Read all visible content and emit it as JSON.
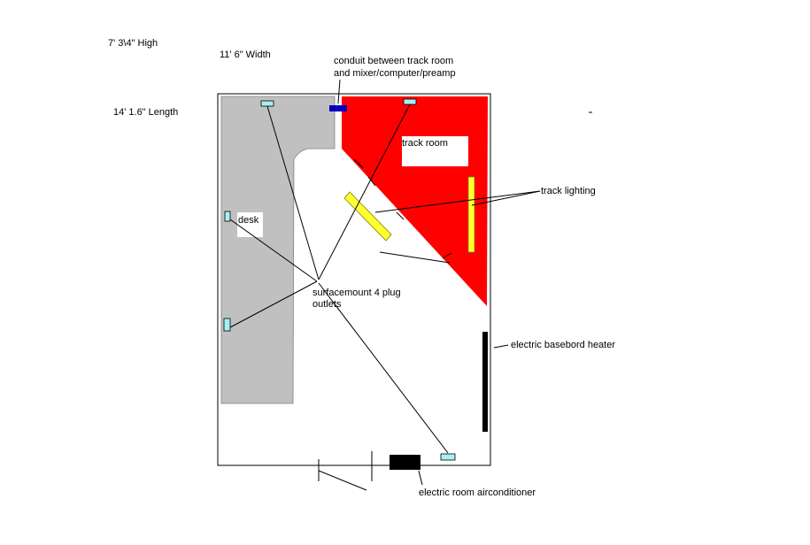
{
  "dimensions": {
    "height": "7' 3\\4\" High",
    "width": "11' 6\" Width",
    "length": "14' 1.6\" Length"
  },
  "labels": {
    "conduit_line1": "conduit between track room",
    "conduit_line2": "and mixer/computer/preamp",
    "track_room": "track room",
    "track_lighting": "track lighting",
    "desk": "desk",
    "outlets_line1": "surfacemount 4 plug",
    "outlets_line2": "outlets",
    "heater": "electric basebord heater",
    "aircon": "electric room airconditioner"
  },
  "colors": {
    "desk": "#c0c0c0",
    "track_room": "#ff0000",
    "conduit": "#0000c0",
    "outlet": "#a8f0f0",
    "lighting": "#ffff33",
    "heater": "#000000",
    "aircon": "#000000"
  }
}
